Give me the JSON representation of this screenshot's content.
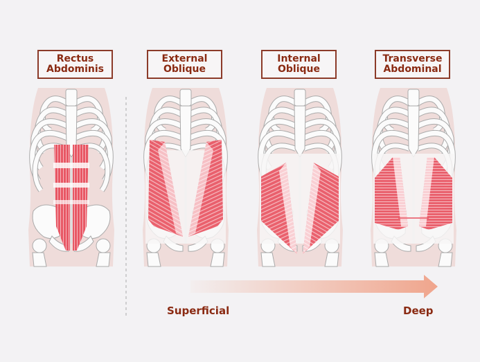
{
  "panels": [
    {
      "label": "Rectus\nAbdominis",
      "muscle": "rectus"
    },
    {
      "label": "External\nOblique",
      "muscle": "external"
    },
    {
      "label": "Internal\nOblique",
      "muscle": "internal"
    },
    {
      "label": "Transverse\nAbdominal",
      "muscle": "transverse"
    }
  ],
  "scale": {
    "start_label": "Superficial",
    "end_label": "Deep"
  },
  "colors": {
    "text": "#8a2a12",
    "muscle": "#e8505e",
    "skin": "#efdcda",
    "arrow": "#f0a58c"
  }
}
